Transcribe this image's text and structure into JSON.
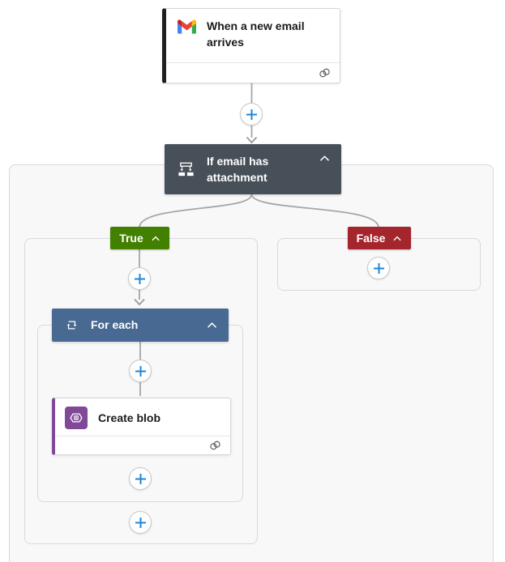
{
  "workflow": {
    "trigger": {
      "title": "When a new email arrives",
      "icon": "gmail-icon",
      "footer_icon": "connection-link-icon"
    },
    "condition": {
      "title": "If email has attachment",
      "icon": "condition-branch-icon",
      "collapse_icon": "chevron-up-icon"
    },
    "true_branch": {
      "label": "True",
      "collapse_icon": "chevron-up-icon"
    },
    "false_branch": {
      "label": "False",
      "collapse_icon": "chevron-up-icon"
    },
    "foreach": {
      "title": "For each",
      "icon": "foreach-loop-icon",
      "collapse_icon": "chevron-up-icon"
    },
    "create_blob": {
      "title": "Create blob",
      "icon": "azure-blob-icon",
      "footer_icon": "connection-link-icon"
    },
    "insert_step_icon": "plus-icon"
  },
  "colors": {
    "connector_line": "#a6a6a6",
    "plus_icon_blue": "#1f85d8",
    "trigger_accent": "#1f1f1f",
    "condition_header_bg": "#474f59",
    "foreach_header_bg": "#486991",
    "true_badge_bg": "#428000",
    "false_badge_bg": "#a4262c",
    "blob_accent_purple": "#804998",
    "scope_background": "#f8f8f8",
    "scope_border": "#d9d9d9"
  }
}
